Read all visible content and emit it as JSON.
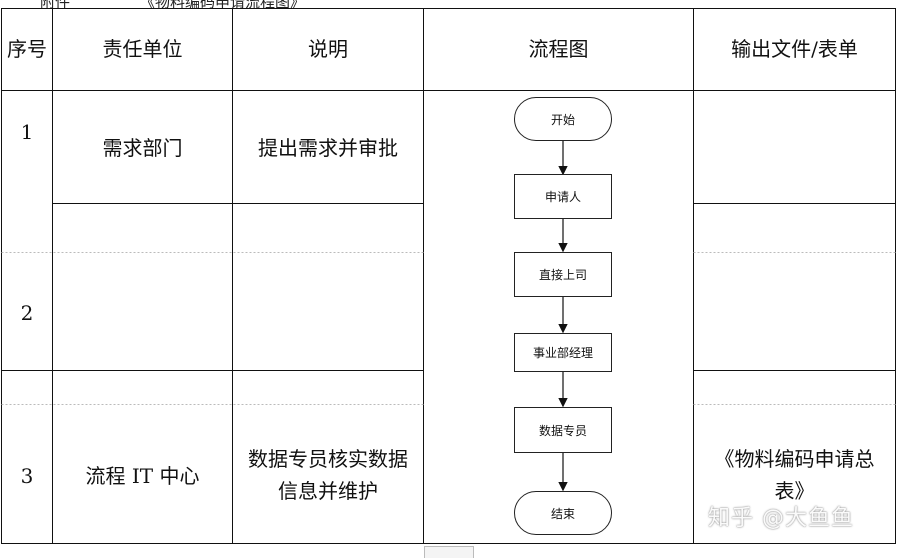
{
  "top_caption": {
    "left": "附件",
    "middle": "《物料编码申请流程图》"
  },
  "header": {
    "seq": "序号",
    "unit": "责任单位",
    "desc": "说明",
    "flow": "流程图",
    "output": "输出文件/表单"
  },
  "rows": [
    {
      "seq": "1",
      "unit": "需求部门",
      "desc": "提出需求并审批",
      "output": ""
    },
    {
      "seq": "2",
      "unit": "",
      "desc": "",
      "output": ""
    },
    {
      "seq": "3",
      "unit": "流程 IT 中心",
      "desc_line1": "数据专员核实数据",
      "desc_line2": "信息并维护",
      "output_line1": "《物料编码申请总",
      "output_line2": "表》"
    }
  ],
  "flow": {
    "start": "开始",
    "step1": "申请人",
    "step2": "直接上司",
    "step3": "事业部经理",
    "step4": "数据专员",
    "end": "结束"
  },
  "watermark": "知乎 @大鱼鱼"
}
